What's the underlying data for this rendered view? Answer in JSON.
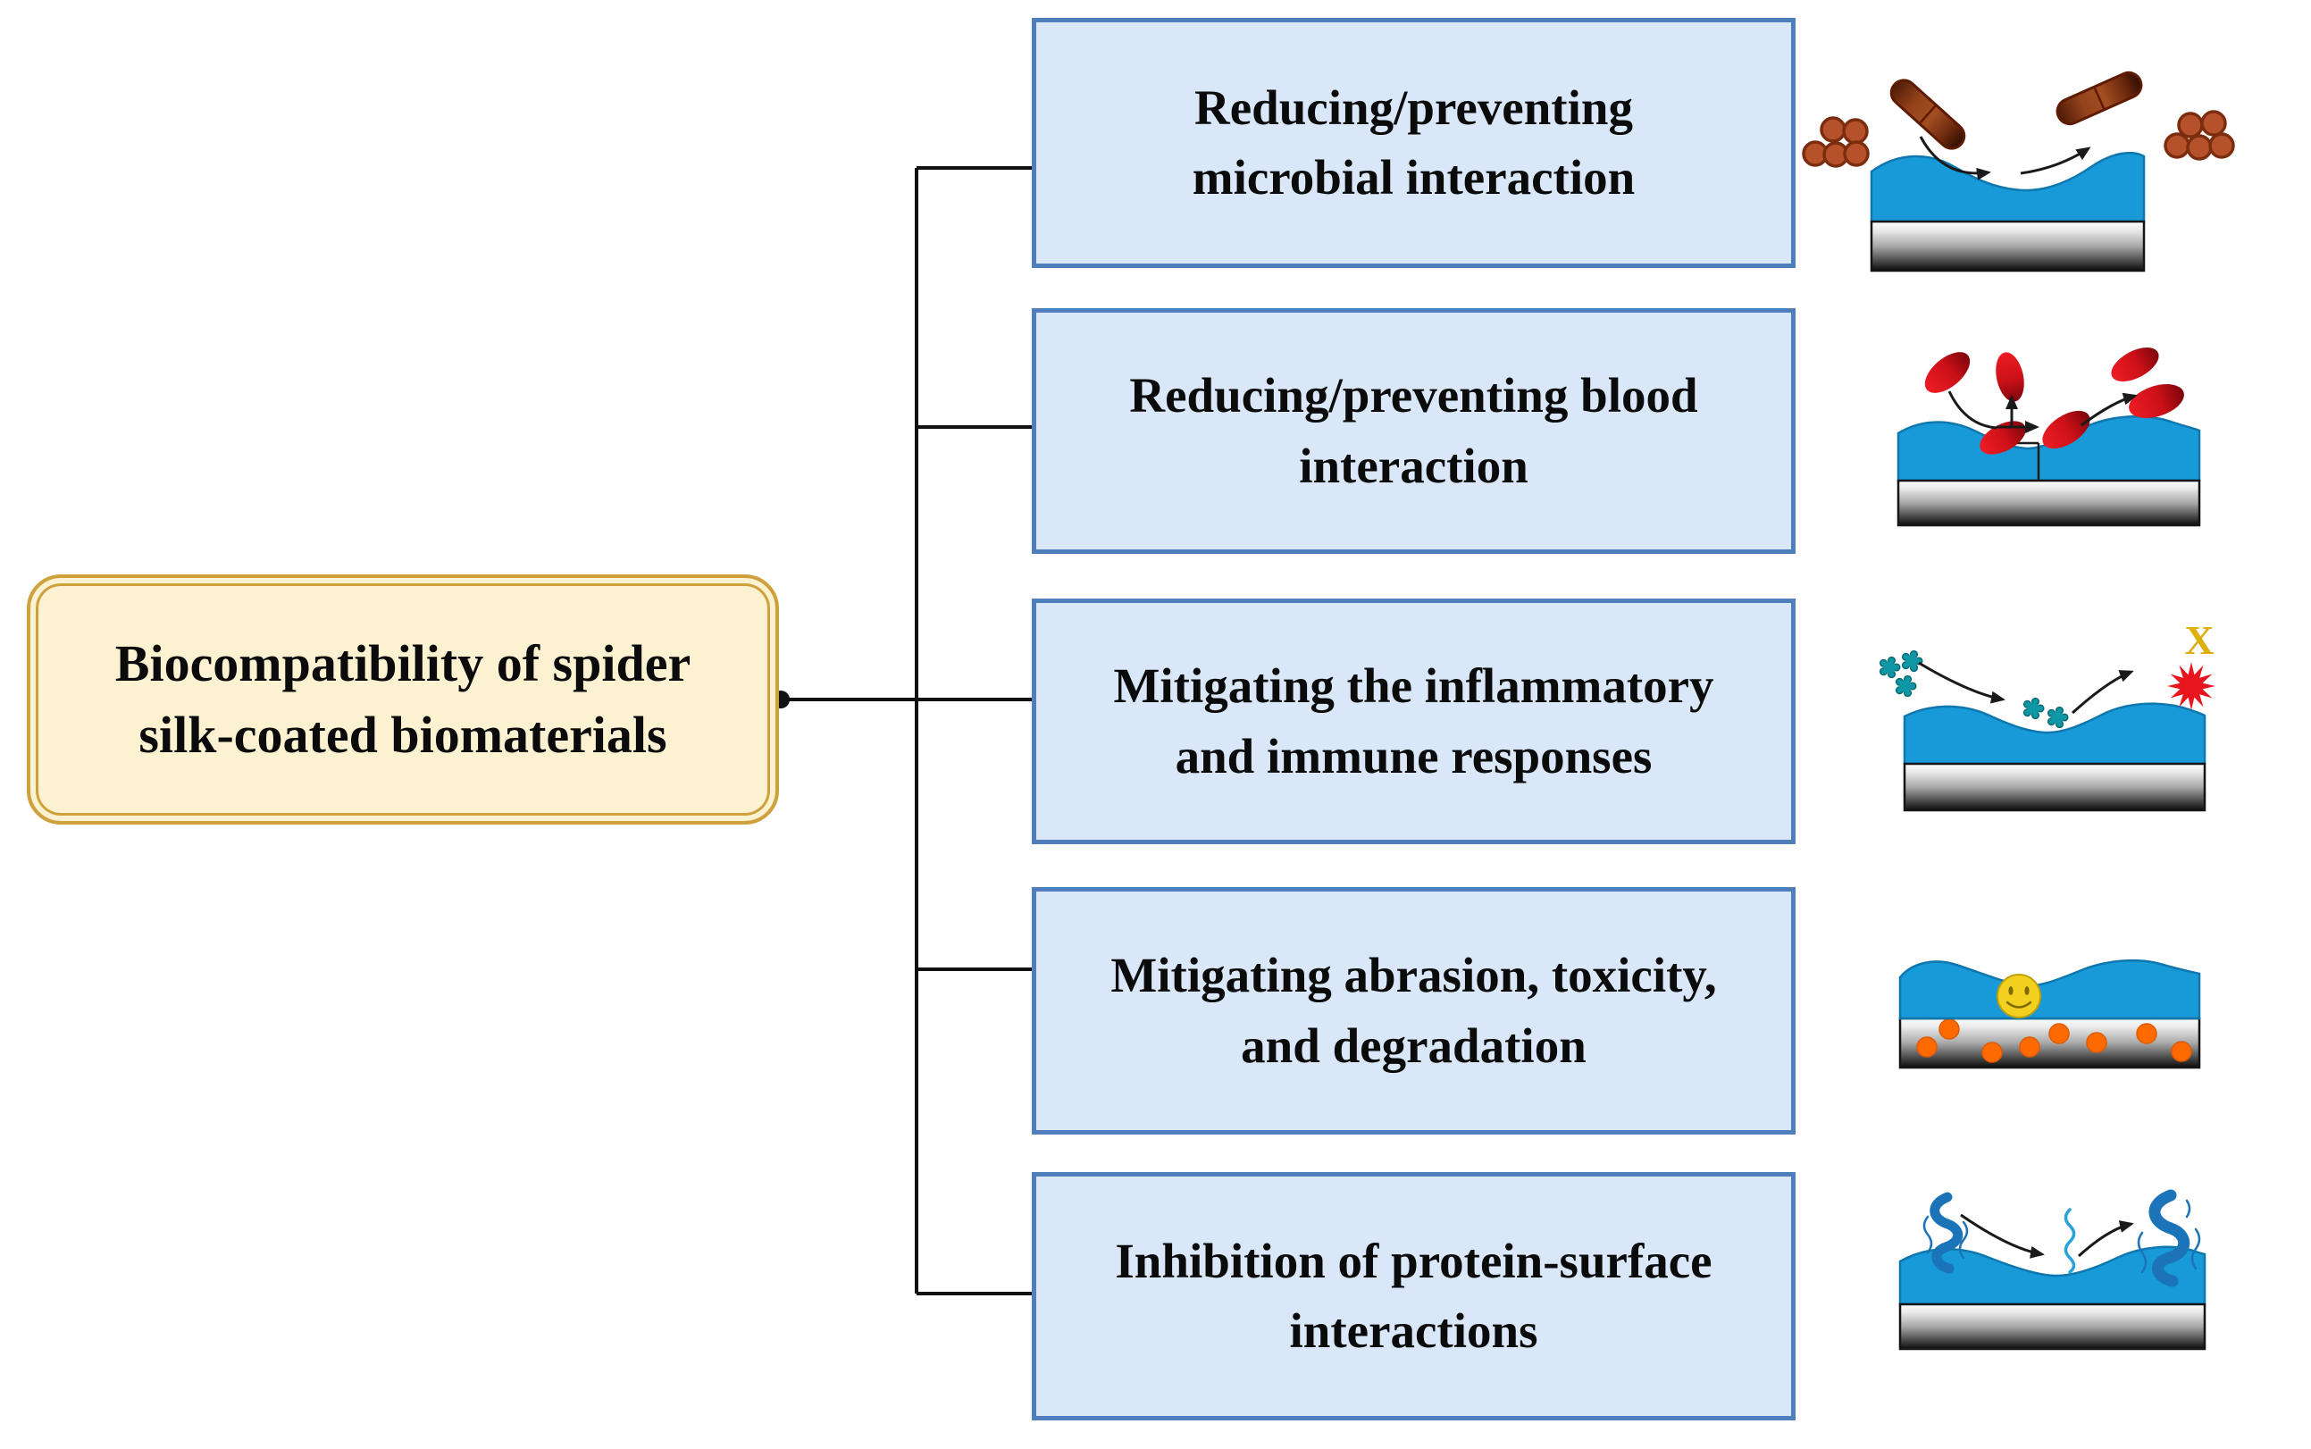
{
  "figure": {
    "root": {
      "label": "Biocompatibility of spider silk-coated biomaterials",
      "lines": [
        "Biocompatibility of spider",
        "silk-coated biomaterials"
      ],
      "fill": "#FCF1D1",
      "border": "#CEA13D"
    },
    "branches": [
      {
        "label": "Reducing/preventing microbial interaction",
        "lines": [
          "Reducing/preventing",
          "microbial interaction"
        ],
        "illustration": "bacteria-repelled-from-coated-surface"
      },
      {
        "label": "Reducing/preventing blood interaction",
        "lines": [
          "Reducing/preventing blood",
          "interaction"
        ],
        "illustration": "red-blood-cells-repelled-from-coated-surface"
      },
      {
        "label": "Mitigating the inflammatory and immune responses",
        "lines": [
          "Mitigating the inflammatory",
          "and immune responses"
        ],
        "illustration": "immune-mediators-deflected-inflammation-blocked"
      },
      {
        "label": "Mitigating abrasion, toxicity, and degradation",
        "lines": [
          "Mitigating abrasion, toxicity,",
          "and degradation"
        ],
        "illustration": "coating-seals-degrading-particle-substrate"
      },
      {
        "label": "Inhibition of protein-surface interactions",
        "lines": [
          "Inhibition of protein-surface",
          "interactions"
        ],
        "illustration": "proteins-deflected-from-coated-surface"
      }
    ],
    "annotations": {
      "blocked_marker": "X"
    },
    "style": {
      "branch_fill": "#D9E7F8",
      "branch_border": "#4E7FBC",
      "coating_blue": "#189AD8",
      "substrate_gradient": [
        "#FEFEFE",
        "#A8A8A8",
        "#0C0C0C"
      ],
      "bacteria_brown": "#B5522B",
      "blood_red": "#E0161F",
      "immune_teal": "#0E98A6",
      "burst_red": "#E8151F",
      "blocked_yellow": "#DDB00F",
      "particle_orange": "#FF6A00",
      "protein_blue": "#1B74B8",
      "smiley_yellow": "#F4D01E",
      "connector_black": "#111111"
    }
  }
}
